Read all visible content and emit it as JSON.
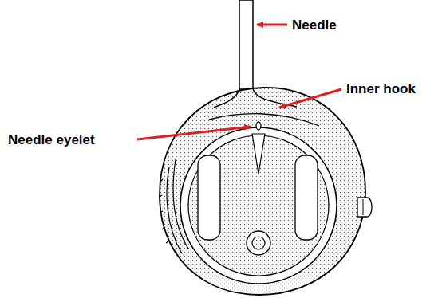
{
  "diagram": {
    "labels": [
      "Needle",
      "Inner hook",
      "Needle eyelet"
    ]
  }
}
